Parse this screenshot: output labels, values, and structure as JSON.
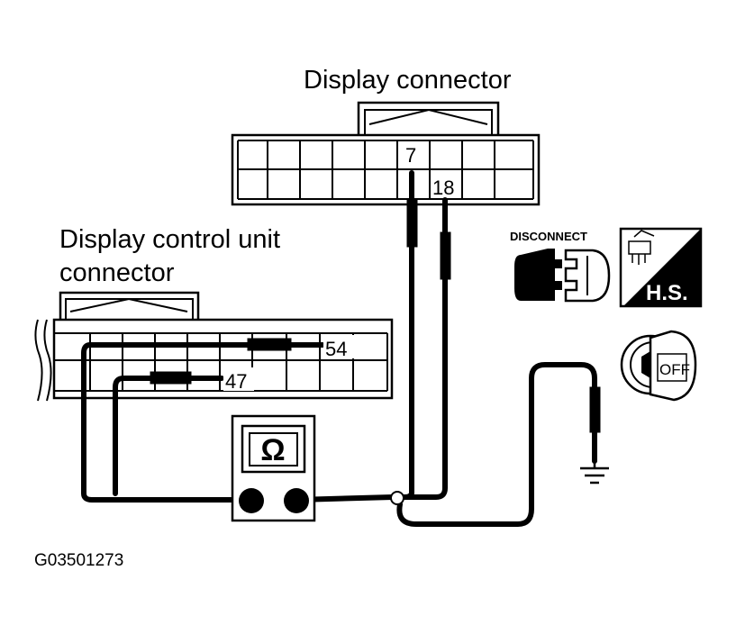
{
  "labels": {
    "display_connector": "Display connector",
    "control_unit_line1": "Display control unit",
    "control_unit_line2": "connector",
    "figure_code": "G03501273"
  },
  "pins": {
    "pin_7": "7",
    "pin_18": "18",
    "pin_54": "54",
    "pin_47": "47"
  },
  "icons": {
    "disconnect_text": "DISCONNECT",
    "hs_text": "H.S.",
    "off_text": "OFF",
    "ohm_symbol": "Ω"
  }
}
